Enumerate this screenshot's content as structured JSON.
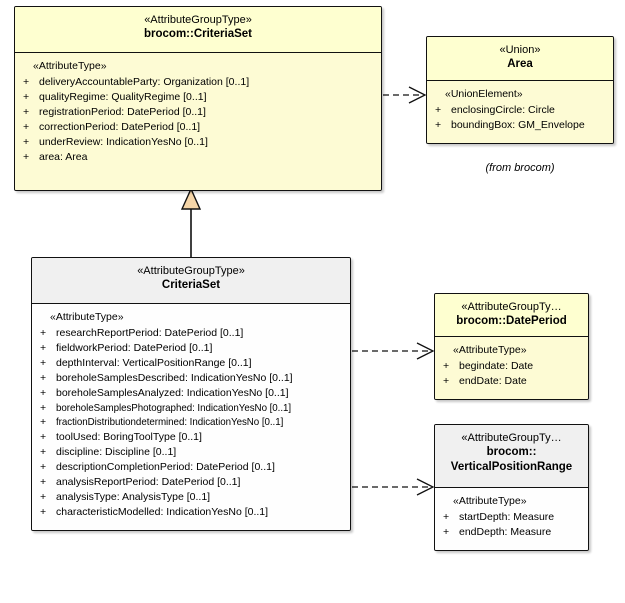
{
  "diagram": {
    "kind": "uml-class-diagram",
    "colors": {
      "class_yellow_header": "#feffd0",
      "class_yellow_body": "#fdfbd4",
      "class_grey_header": "#f0f0f0",
      "class_grey_body": "#fefefe",
      "border": "#111111",
      "generalization_fill": "#f5d5a8",
      "background": "#ffffff"
    }
  },
  "classes": {
    "brocom_criteriaset": {
      "stereotype": "«AttributeGroupType»",
      "name": "brocom::CriteriaSet",
      "feature_stereotype": "«AttributeType»",
      "attributes": [
        {
          "visibility": "+",
          "signature": "deliveryAccountableParty: Organization [0..1]"
        },
        {
          "visibility": "+",
          "signature": "qualityRegime: QualityRegime [0..1]"
        },
        {
          "visibility": "+",
          "signature": "registrationPeriod: DatePeriod [0..1]"
        },
        {
          "visibility": "+",
          "signature": "correctionPeriod: DatePeriod [0..1]"
        },
        {
          "visibility": "+",
          "signature": "underReview: IndicationYesNo [0..1]"
        },
        {
          "visibility": "+",
          "signature": "area: Area"
        }
      ]
    },
    "area": {
      "stereotype": "«Union»",
      "name": "Area",
      "feature_stereotype": "«UnionElement»",
      "attributes": [
        {
          "visibility": "+",
          "signature": "enclosingCircle: Circle"
        },
        {
          "visibility": "+",
          "signature": "boundingBox: GM_Envelope"
        }
      ],
      "note": "(from brocom)"
    },
    "criteriaset": {
      "stereotype": "«AttributeGroupType»",
      "name": "CriteriaSet",
      "feature_stereotype": "«AttributeType»",
      "attributes": [
        {
          "visibility": "+",
          "signature": "researchReportPeriod: DatePeriod [0..1]"
        },
        {
          "visibility": "+",
          "signature": "fieldworkPeriod: DatePeriod [0..1]"
        },
        {
          "visibility": "+",
          "signature": "depthInterval: VerticalPositionRange [0..1]"
        },
        {
          "visibility": "+",
          "signature": "boreholeSamplesDescribed: IndicationYesNo [0..1]"
        },
        {
          "visibility": "+",
          "signature": "boreholeSamplesAnalyzed: IndicationYesNo [0..1]"
        },
        {
          "visibility": "+",
          "signature": "boreholeSamplesPhotographed: IndicationYesNo [0..1]"
        },
        {
          "visibility": "+",
          "signature": "fractionDistributiondetermined: IndicationYesNo [0..1]"
        },
        {
          "visibility": "+",
          "signature": "toolUsed: BoringToolType [0..1]"
        },
        {
          "visibility": "+",
          "signature": "discipline: Discipline [0..1]"
        },
        {
          "visibility": "+",
          "signature": "descriptionCompletionPeriod: DatePeriod [0..1]"
        },
        {
          "visibility": "+",
          "signature": "analysisReportPeriod: DatePeriod [0..1]"
        },
        {
          "visibility": "+",
          "signature": "analysisType: AnalysisType [0..1]"
        },
        {
          "visibility": "+",
          "signature": "characteristicModelled: IndicationYesNo [0..1]"
        }
      ]
    },
    "dateperiod": {
      "stereotype": "«AttributeGroupTy…",
      "name": "brocom::DatePeriod",
      "feature_stereotype": "«AttributeType»",
      "attributes": [
        {
          "visibility": "+",
          "signature": "begindate: Date"
        },
        {
          "visibility": "+",
          "signature": "endDate: Date"
        }
      ]
    },
    "verticalpositionrange": {
      "stereotype": "«AttributeGroupTy…",
      "name_line1": "brocom::",
      "name_line2": "VerticalPositionRange",
      "feature_stereotype": "«AttributeType»",
      "attributes": [
        {
          "visibility": "+",
          "signature": "startDepth: Measure"
        },
        {
          "visibility": "+",
          "signature": "endDepth: Measure"
        }
      ]
    }
  },
  "relationships": [
    {
      "kind": "generalization",
      "source": "criteriaset",
      "target": "brocom_criteriaset"
    },
    {
      "kind": "dependency",
      "source": "brocom_criteriaset",
      "target": "area"
    },
    {
      "kind": "dependency",
      "source": "criteriaset",
      "target": "dateperiod"
    },
    {
      "kind": "dependency",
      "source": "criteriaset",
      "target": "verticalpositionrange"
    }
  ]
}
